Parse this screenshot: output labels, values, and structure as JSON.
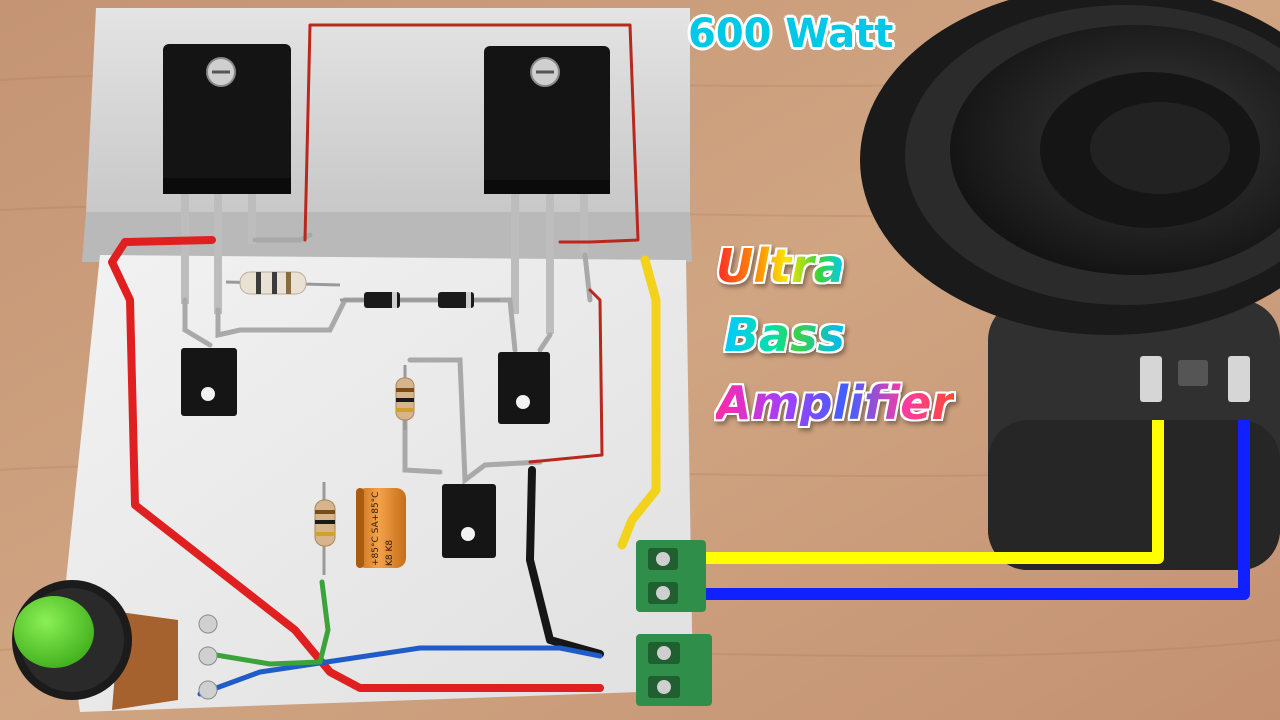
{
  "overlay": {
    "power": "600 Watt",
    "line1": "Ultra",
    "line2": "Bass",
    "line3": "Amplifier"
  },
  "capacitor": {
    "label_a": "+85°C SA+85°C",
    "label_b": "K8 K8"
  },
  "colors": {
    "wood_table": "#c99d7a",
    "board": "#ebebeb",
    "heatsink": "#d7d7d7",
    "wire_red": "#e02020",
    "wire_yellow": "#f3d21c",
    "wire_blue": "#1f5bc9",
    "wire_green": "#3aa33a",
    "wire_black": "#161616",
    "speaker_line_yellow": "#ffff00",
    "speaker_line_blue": "#1020ff",
    "terminal_green": "#2f8f4a",
    "knob_green": "#5bd32b",
    "capacitor_orange": "#e08a2a"
  }
}
